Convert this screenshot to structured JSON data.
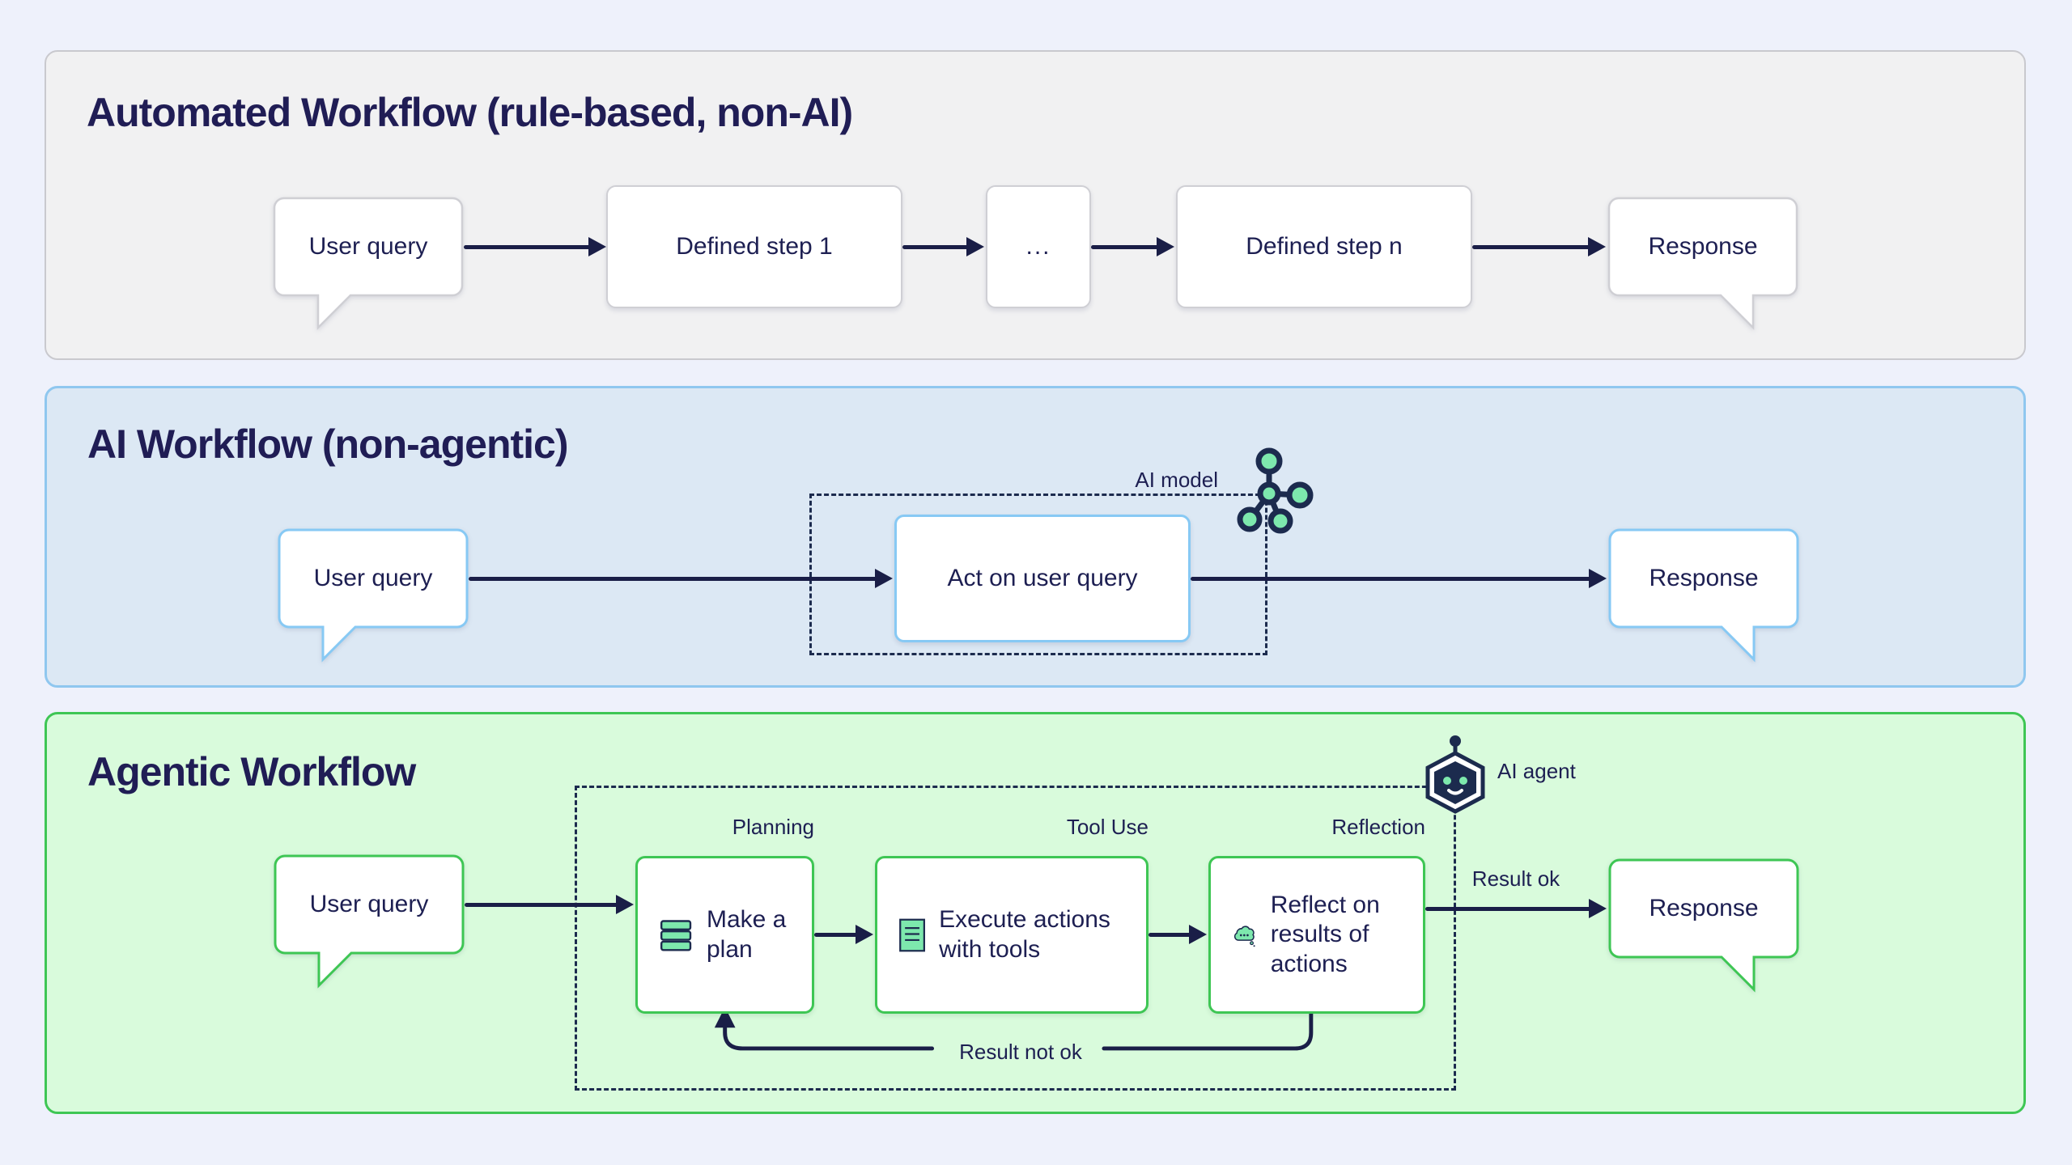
{
  "page": {
    "background": "#eef1fb"
  },
  "colors": {
    "navy_text": "#1d1f52",
    "arrow": "#1a1e47",
    "dashed_border": "#1c2b4e",
    "panel1_bg": "#f1f1f2",
    "panel1_border": "#c9c9ce",
    "panel2_bg": "#dce8f4",
    "panel2_border": "#8fc7ef",
    "panel3_bg": "#d9fbdc",
    "panel3_border": "#3ec654",
    "icon_green_fill": "#7de8ad",
    "node_border_gray": "#cfcfd4",
    "node_border_blue": "#87c9f4",
    "node_border_green": "#3ec654"
  },
  "panels": {
    "automated": {
      "title": "Automated Workflow (rule-based, non-AI)",
      "nodes": {
        "user_query": "User query",
        "step1": "Defined step 1",
        "dots": "...",
        "stepn": "Defined step n",
        "response": "Response"
      }
    },
    "ai": {
      "title": "AI Workflow (non-agentic)",
      "model_label": "AI model",
      "nodes": {
        "user_query": "User query",
        "act": "Act on user query",
        "response": "Response"
      }
    },
    "agentic": {
      "title": "Agentic Workflow",
      "agent_label": "AI agent",
      "stage_labels": {
        "planning": "Planning",
        "tool_use": "Tool Use",
        "reflection": "Reflection"
      },
      "nodes": {
        "user_query": "User query",
        "plan": "Make a plan",
        "execute": "Execute actions with tools",
        "reflect": "Reflect on results of actions",
        "response": "Response"
      },
      "edge_labels": {
        "ok": "Result ok",
        "not_ok": "Result not ok"
      }
    }
  }
}
